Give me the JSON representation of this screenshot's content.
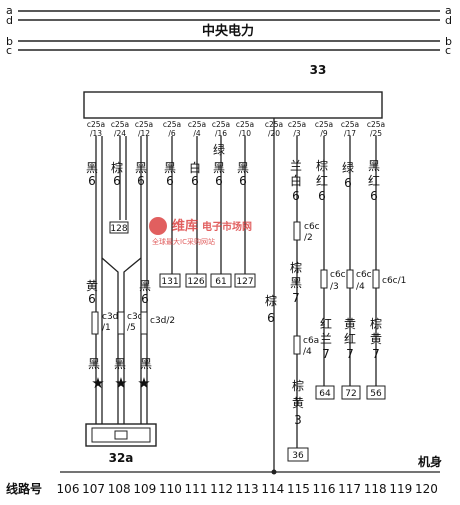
{
  "rails": [
    "a",
    "d",
    "b",
    "c"
  ],
  "rail_labels_right": [
    "a",
    "d",
    "b",
    "c"
  ],
  "module_title": "中央电力",
  "module_number": "33",
  "pins": [
    {
      "conn": "c25a",
      "pin": "/13"
    },
    {
      "conn": "c25a",
      "pin": "/24"
    },
    {
      "conn": "c25a",
      "pin": "/12"
    },
    {
      "conn": "c25a",
      "pin": "/6"
    },
    {
      "conn": "c25a",
      "pin": "/4"
    },
    {
      "conn": "c25a",
      "pin": "/16"
    },
    {
      "conn": "c25a",
      "pin": "/10"
    },
    {
      "conn": "c25a",
      "pin": "/20"
    },
    {
      "conn": "c25a",
      "pin": "/3"
    },
    {
      "conn": "c25a",
      "pin": "/9"
    },
    {
      "conn": "c25a",
      "pin": "/17"
    },
    {
      "conn": "c25a",
      "pin": "/25"
    }
  ],
  "wire_labels": {
    "w106a": "黑",
    "w106b": "6",
    "w107a": "棕",
    "w107b": "6",
    "w109a": "黑",
    "w109b": "6",
    "w110a": "黑",
    "w110b": "6",
    "w111a": "白",
    "w111b": "6",
    "w112a": "绿",
    "w112b": "黑",
    "w112c": "6",
    "w113a": "黑",
    "w113b": "6",
    "w114a": "棕",
    "w114b": "6",
    "w115a": "兰",
    "w115b": "白",
    "w115c": "6",
    "w116a": "棕",
    "w116b": "红",
    "w116c": "6",
    "w117a": "绿",
    "w117b": "6",
    "w118a": "黑",
    "w118b": "红",
    "w118c": "6",
    "w106c": "黄",
    "w106d": "6",
    "w109c": "黑",
    "w109d": "6",
    "w115d": "棕",
    "w115e": "黑",
    "w115f": "7",
    "w116d": "红",
    "w116e": "兰",
    "w116f": "7",
    "w117d": "黄",
    "w117e": "红",
    "w117f": "7",
    "w118d": "棕",
    "w118e": "黄",
    "w118f": "7",
    "w115g": "棕",
    "w115h": "黄",
    "w115i": "3",
    "w106e": "黑",
    "w107e": "黑",
    "w109e": "黑"
  },
  "connectors": {
    "c6c2": "c6c",
    "c6c2p": "/2",
    "c6c3": "c6c",
    "c6c3p": "/3",
    "c6c4": "c6c",
    "c6c4p": "/4",
    "c6c1": "c6c/1",
    "c6a4": "c6a",
    "c6a4p": "/4",
    "c3d1": "c3d",
    "c3d1p": "/1",
    "c3d5": "c3d",
    "c3d5p": "/5",
    "c3d2": "c3d/2"
  },
  "refs": [
    "128",
    "131",
    "126",
    "61",
    "127",
    "64",
    "72",
    "56",
    "36"
  ],
  "star": "★",
  "component_32a": "32a",
  "ground_label": "机身",
  "line_number_label": "线路号",
  "line_numbers": [
    "106",
    "107",
    "108",
    "109",
    "110",
    "111",
    "112",
    "113",
    "114",
    "115",
    "116",
    "117",
    "118",
    "119",
    "120"
  ],
  "watermark": {
    "line1": "维库",
    "line2": "电子市场网",
    "line3": "全球最大IC采购网站"
  }
}
